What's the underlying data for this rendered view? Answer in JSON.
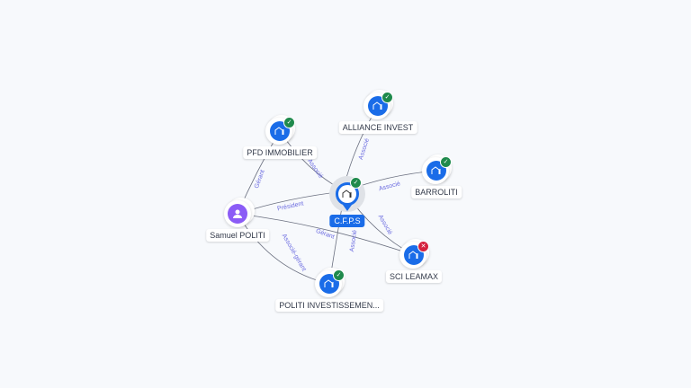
{
  "center": {
    "name": "C.F.P.S",
    "status": "active"
  },
  "nodes": [
    {
      "id": "alliance",
      "name": "ALLIANCE INVEST",
      "type": "company",
      "status": "active"
    },
    {
      "id": "pfd",
      "name": "PFD IMMOBILIER",
      "type": "company",
      "status": "active"
    },
    {
      "id": "barroliti",
      "name": "BARROLITI",
      "type": "company",
      "status": "active"
    },
    {
      "id": "samuel",
      "name": "Samuel POLITI",
      "type": "person"
    },
    {
      "id": "leamax",
      "name": "SCI LEAMAX",
      "type": "company",
      "status": "closed"
    },
    {
      "id": "politi",
      "name": "POLITI INVESTISSEMEN...",
      "type": "company",
      "status": "active"
    }
  ],
  "edges": [
    {
      "label": "Associé"
    },
    {
      "label": "Associé"
    },
    {
      "label": "Associé"
    },
    {
      "label": "Associé"
    },
    {
      "label": "Président"
    },
    {
      "label": "Gérant"
    },
    {
      "label": "Gérant"
    },
    {
      "label": "Associé-gérant"
    },
    {
      "label": "Associé"
    }
  ],
  "colors": {
    "company": "#1a6ce8",
    "person": "#8b5cf6",
    "active": "#1f8a4c",
    "closed": "#d4213d",
    "edge_label": "#6c6ce0"
  }
}
